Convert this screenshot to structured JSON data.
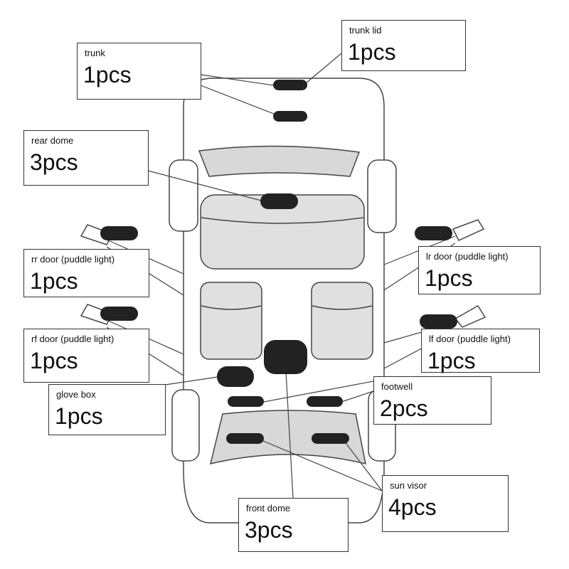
{
  "diagram": {
    "callouts": {
      "trunk": {
        "name": "trunk",
        "qty": "1pcs"
      },
      "trunk_lid": {
        "name": "trunk lid",
        "qty": "1pcs"
      },
      "rear_dome": {
        "name": "rear dome",
        "qty": "3pcs"
      },
      "rr_door": {
        "name": "rr door (puddle light)",
        "qty": "1pcs"
      },
      "lr_door": {
        "name": "lr door (puddle light)",
        "qty": "1pcs"
      },
      "rf_door": {
        "name": "rf door (puddle light)",
        "qty": "1pcs"
      },
      "lf_door": {
        "name": "lf door (puddle light)",
        "qty": "1pcs"
      },
      "glove_box": {
        "name": "glove box",
        "qty": "1pcs"
      },
      "footwell": {
        "name": "footwell",
        "qty": "2pcs"
      },
      "sun_visor": {
        "name": "sun visor",
        "qty": "4pcs"
      },
      "front_dome": {
        "name": "front dome",
        "qty": "3pcs"
      }
    }
  }
}
